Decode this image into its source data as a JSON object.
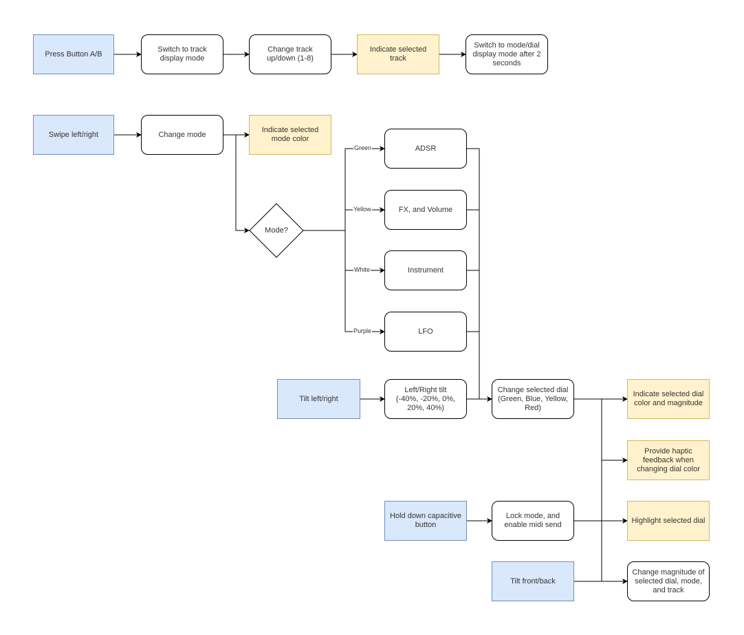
{
  "nodes": {
    "press_button": "Press Button A/B",
    "switch_track_display": "Switch to track\ndisplay mode",
    "change_track": "Change track\nup/down (1-8)",
    "indicate_track": "Indicate selected\ntrack",
    "switch_mode_dial": "Switch to mode/dial\ndisplay mode after 2\nseconds",
    "swipe": "Swipe left/right",
    "change_mode": "Change mode",
    "indicate_mode_color": "Indicate selected\nmode color",
    "mode_decision": "Mode?",
    "adsr": "ADSR",
    "fx_volume": "FX, and Volume",
    "instrument": "Instrument",
    "lfo": "LFO",
    "tilt_lr": "Tilt left/right",
    "lr_tilt": "Left/Right tilt\n(-40%, -20%, 0%,\n20%, 40%)",
    "change_dial": "Change selected dial\n(Green, Blue, Yellow,\nRed)",
    "indicate_dial": "Indicate selected dial\ncolor and magnitude",
    "haptic": "Provide haptic\nfeedback when\nchanging dial color",
    "hold_button": "Hold down capacitive\nbutton",
    "lock_mode": "Lock mode, and\nenable midi send",
    "highlight_dial": "Highlight selected dial",
    "tilt_fb": "Tilt front/back",
    "change_magnitude": "Change magnitude of\nselected dial, mode,\nand track"
  },
  "edge_labels": {
    "green": "Green",
    "yellow": "Yellow",
    "white": "White",
    "purple": "Purple"
  }
}
